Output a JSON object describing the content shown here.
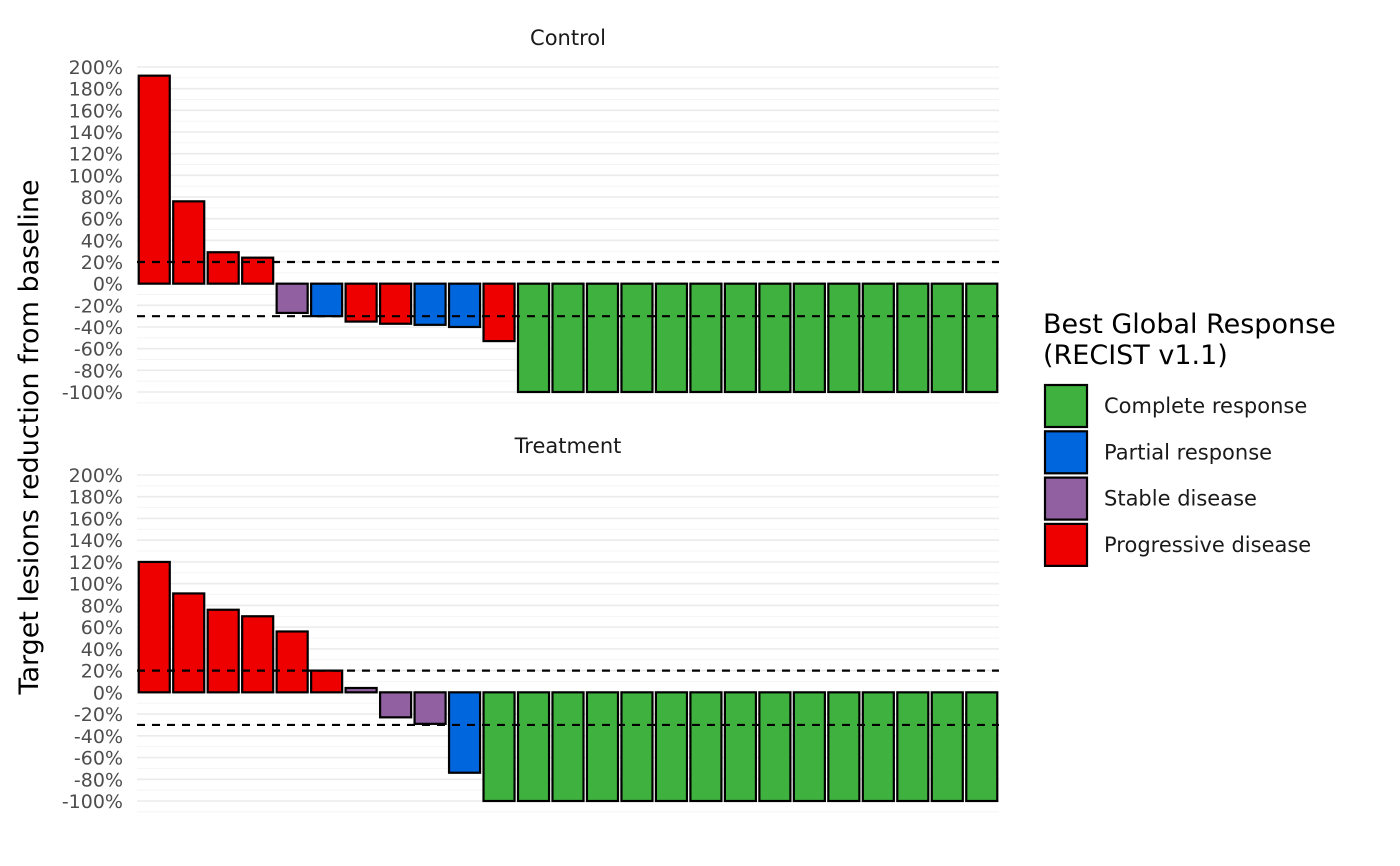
{
  "chart_data": {
    "type": "bar",
    "ylabel": "Target lesions reduction from baseline",
    "ylim": [
      -100,
      200
    ],
    "y_ticks": [
      "200%",
      "180%",
      "160%",
      "140%",
      "120%",
      "100%",
      "80%",
      "60%",
      "40%",
      "20%",
      "0%",
      "-20%",
      "-40%",
      "-60%",
      "-80%",
      "-100%"
    ],
    "grid": true,
    "threshold_lines": [
      20,
      -30
    ],
    "legend": {
      "title_line1": "Best Global Response",
      "title_line2": "(RECIST v1.1)",
      "placement": "right",
      "entries": [
        {
          "key": "CR",
          "label": "Complete response",
          "color": "#3fb13f"
        },
        {
          "key": "PR",
          "label": "Partial response",
          "color": "#0066dd"
        },
        {
          "key": "SD",
          "label": "Stable disease",
          "color": "#9060a0"
        },
        {
          "key": "PD",
          "label": "Progressive disease",
          "color": "#ee0000"
        }
      ]
    },
    "facets": [
      {
        "title": "Control",
        "values": [
          192,
          76,
          29,
          24,
          -27,
          -30,
          -35,
          -37,
          -38,
          -40,
          -53,
          -100,
          -100,
          -100,
          -100,
          -100,
          -100,
          -100,
          -100,
          -100,
          -100,
          -100,
          -100,
          -100,
          -100
        ],
        "responses": [
          "PD",
          "PD",
          "PD",
          "PD",
          "SD",
          "PR",
          "PD",
          "PD",
          "PR",
          "PR",
          "PD",
          "CR",
          "CR",
          "CR",
          "CR",
          "CR",
          "CR",
          "CR",
          "CR",
          "CR",
          "CR",
          "CR",
          "CR",
          "CR",
          "CR"
        ]
      },
      {
        "title": "Treatment",
        "values": [
          120,
          91,
          76,
          70,
          56,
          20,
          4,
          -23,
          -29,
          -74,
          -100,
          -100,
          -100,
          -100,
          -100,
          -100,
          -100,
          -100,
          -100,
          -100,
          -100,
          -100,
          -100,
          -100,
          -100
        ],
        "responses": [
          "PD",
          "PD",
          "PD",
          "PD",
          "PD",
          "PD",
          "SD",
          "SD",
          "SD",
          "PR",
          "CR",
          "CR",
          "CR",
          "CR",
          "CR",
          "CR",
          "CR",
          "CR",
          "CR",
          "CR",
          "CR",
          "CR",
          "CR",
          "CR",
          "CR"
        ]
      }
    ]
  }
}
